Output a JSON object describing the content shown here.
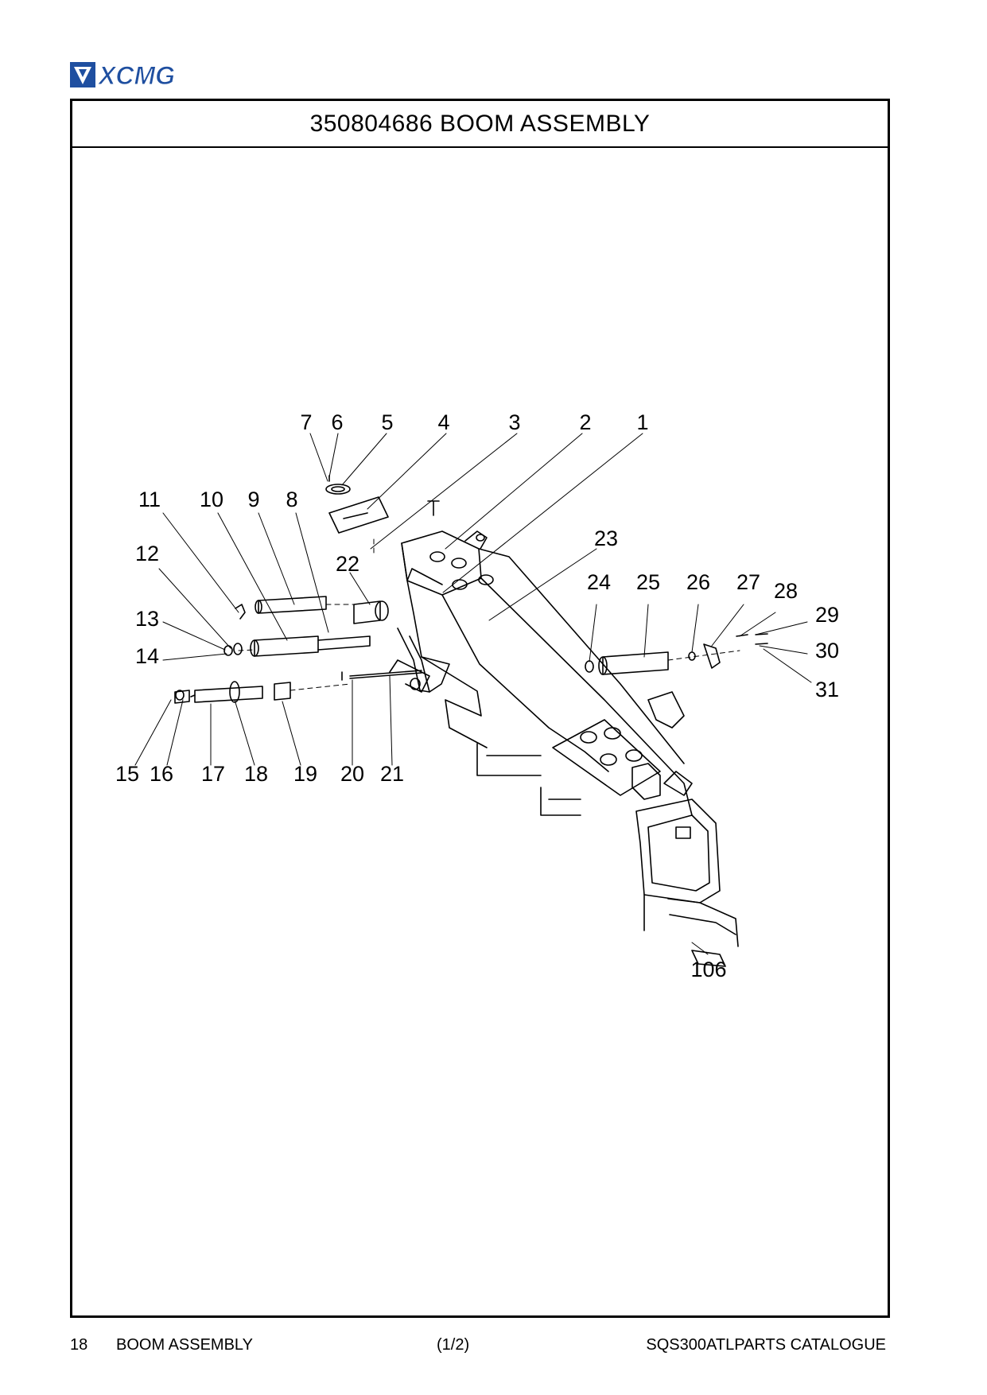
{
  "header": {
    "logo_text": "XCMG",
    "brand_color": "#1f4fa0"
  },
  "diagram": {
    "title": "350804686 BOOM ASSEMBLY",
    "callouts": [
      "1",
      "2",
      "3",
      "4",
      "5",
      "6",
      "7",
      "8",
      "9",
      "10",
      "11",
      "12",
      "13",
      "14",
      "15",
      "16",
      "17",
      "18",
      "19",
      "20",
      "21",
      "22",
      "23",
      "24",
      "25",
      "26",
      "27",
      "28",
      "29",
      "30",
      "31",
      "106"
    ]
  },
  "footer": {
    "page_number": "18",
    "section": "BOOM ASSEMBLY",
    "page_count": "(1/2)",
    "catalogue": "SQS300ATLPARTS CATALOGUE"
  }
}
